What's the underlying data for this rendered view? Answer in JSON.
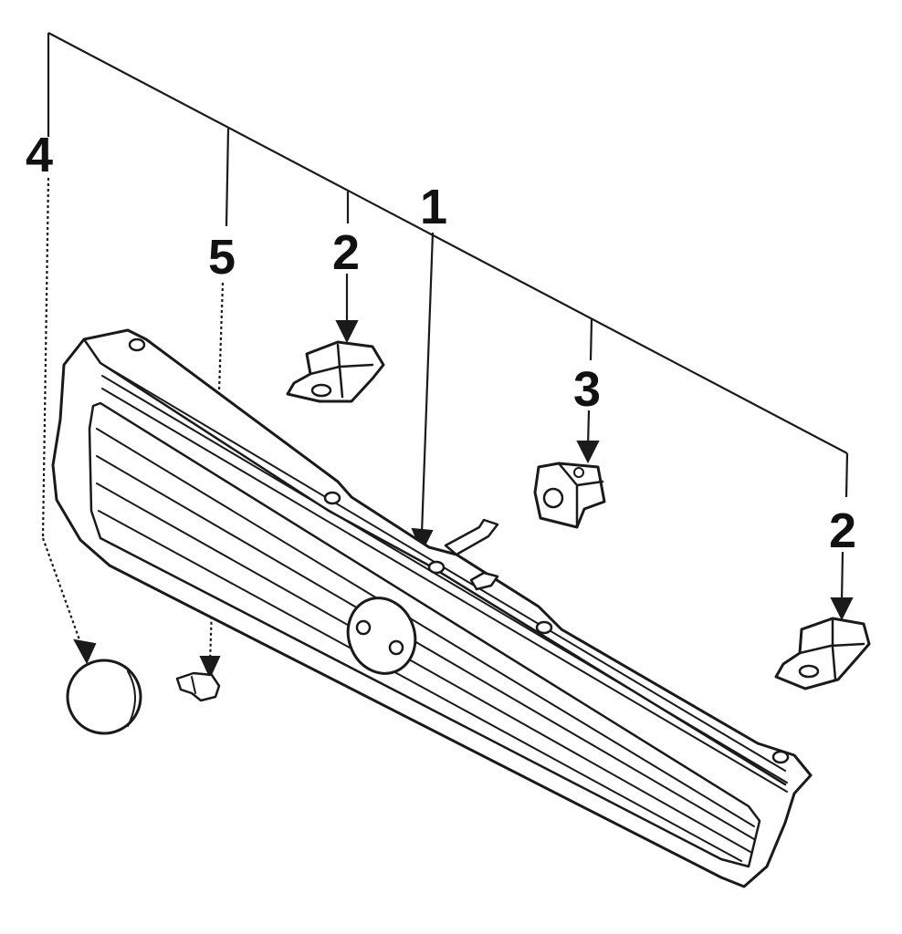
{
  "diagram": {
    "type": "exploded-parts-diagram",
    "callouts": [
      {
        "id": "4",
        "label": "4"
      },
      {
        "id": "5",
        "label": "5"
      },
      {
        "id": "2a",
        "label": "2"
      },
      {
        "id": "1",
        "label": "1"
      },
      {
        "id": "3",
        "label": "3"
      },
      {
        "id": "2b",
        "label": "2"
      }
    ],
    "colors": {
      "ink": "#1a1a1a",
      "background": "#ffffff"
    }
  }
}
